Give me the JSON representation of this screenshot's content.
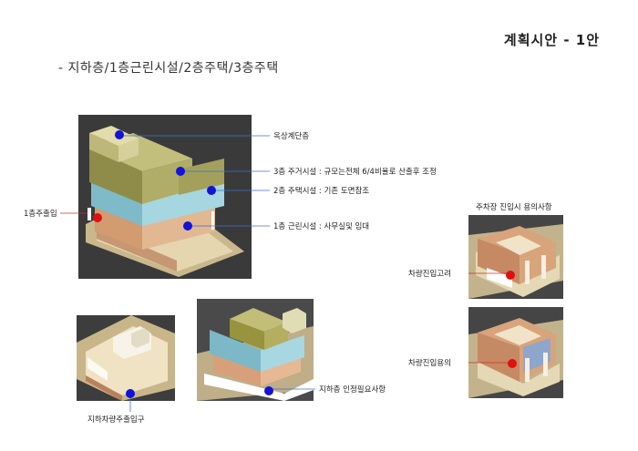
{
  "header": {
    "title": "계획시안 - 1안",
    "subtitle": "- 지하층/1층근린시설/2층주택/3층주택"
  },
  "main_view": {
    "labels": {
      "rooftop_stair": "옥상계단층",
      "floor3": "3층 주거시설 : 규모는전체 6/4비율로 산출후 조정",
      "floor2": "2층 주택시설 : 기존 도면참조",
      "floor1": "1층 근린시설 : 사무실및 임대",
      "entrance1": "1층주출입"
    }
  },
  "parking_view": {
    "heading": "주차장 진입시 용의사항",
    "label_consider": "차량진입고려",
    "label_easy": "차량진입용의"
  },
  "basement_view": {
    "label_entrance": "지하차량주출입구",
    "label_required": "지하층 인정필요사항"
  },
  "colors": {
    "marker_blue": "#1212d8",
    "marker_red": "#e01010",
    "floor3": "#a3a05c",
    "floor2": "#8ec8d4",
    "floor1": "#d9a27c",
    "rooftop": "#c9c48a",
    "ground": "#d8c6a0"
  }
}
